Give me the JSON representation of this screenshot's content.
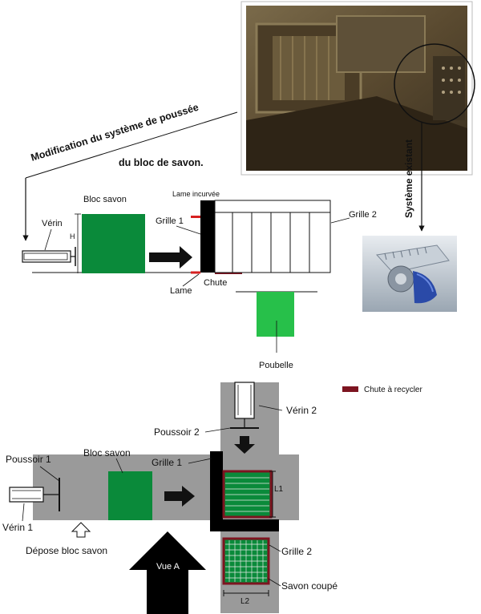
{
  "colors": {
    "soap_green": "#0a8a3a",
    "bright_green": "#27c04a",
    "grey_bench": "#9a9a9a",
    "scrap_red": "#7d1420",
    "blade_black": "#000000",
    "lame_red": "#d62020"
  },
  "top": {
    "title_line1": "Modification du système de poussée",
    "title_line2": "du bloc de savon.",
    "existing_system": "Système existant",
    "verin": "Vérin",
    "bloc_savon": "Bloc savon",
    "height_label": "H",
    "lame_incurvee": "Lame incurvée",
    "grille1": "Grille 1",
    "grille2": "Grille 2",
    "lame": "Lame",
    "chute": "Chute",
    "poubelle": "Poubelle"
  },
  "bottom": {
    "legend_scrap": "Chute à recycler",
    "verin2": "Vérin 2",
    "poussoir2": "Poussoir 2",
    "poussoir1": "Poussoir 1",
    "bloc_savon": "Bloc savon",
    "grille1": "Grille 1",
    "l1": "L1",
    "verin1": "Vérin 1",
    "depose": "Dépose bloc savon",
    "vue_a": "Vue A",
    "grille2": "Grille 2",
    "savon_coupe": "Savon coupé",
    "l2": "L2"
  }
}
